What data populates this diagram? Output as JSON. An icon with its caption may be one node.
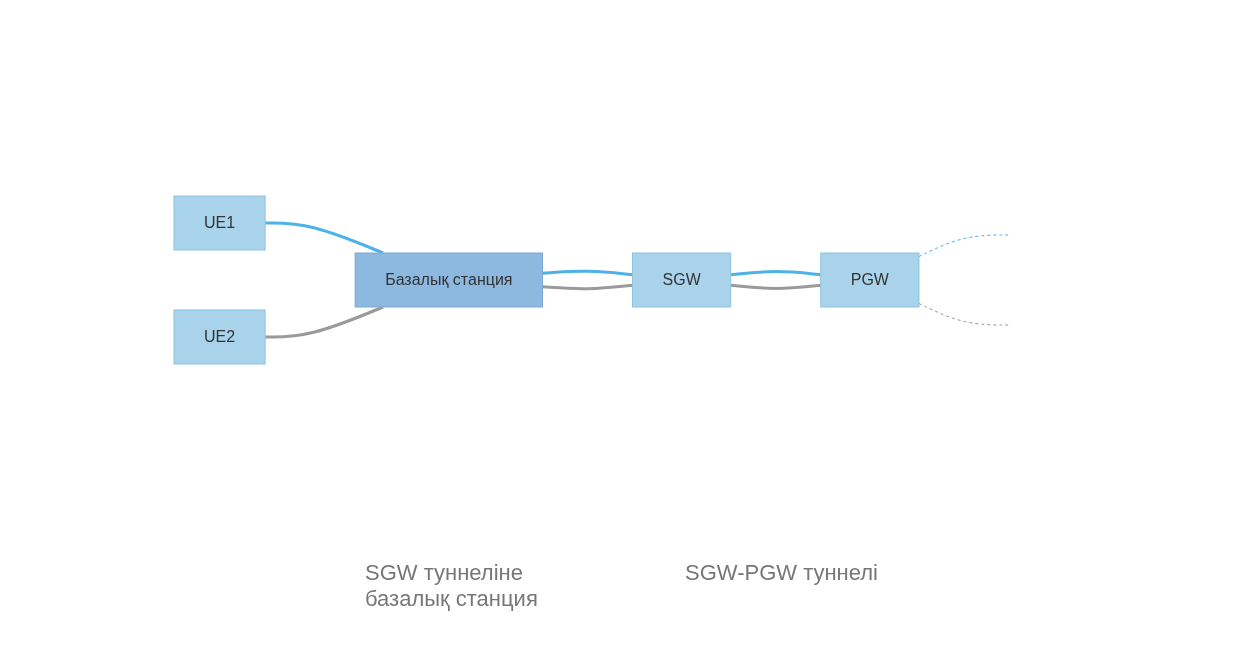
{
  "diagram": {
    "nodes": [
      {
        "text": [
          "UE1"
        ]
      },
      {
        "text": [
          "UE2"
        ]
      },
      {
        "text": [
          "Базалық станция"
        ]
      },
      {
        "text": [
          "SGW"
        ]
      },
      {
        "text": [
          "PGW"
        ]
      }
    ],
    "edges": [
      {
        "from": 0,
        "to": 2,
        "arrow": "none",
        "color": "#4db3e6"
      },
      {
        "from": 1,
        "to": 2,
        "arrow": "none",
        "color": "#9a9a9a"
      },
      {
        "from": 2,
        "to": 3,
        "arrow": "none",
        "color": "#4db3e6"
      },
      {
        "from": 2,
        "to": 3,
        "arrow": "none",
        "color": "#9a9a9a"
      },
      {
        "from": 3,
        "to": 4,
        "arrow": "none",
        "color": "#4db3e6"
      },
      {
        "from": 3,
        "to": 4,
        "arrow": "none",
        "color": "#9a9a9a"
      },
      {
        "from": 4,
        "to": null,
        "arrow": "none",
        "style": "dashed",
        "color": "#4db3e6"
      },
      {
        "from": 4,
        "to": null,
        "arrow": "none",
        "style": "dashed",
        "color": "#9a9a9a"
      }
    ],
    "labels": [
      "SGW туннеліне базалық станция",
      "SGW-PGW туннелі"
    ]
  }
}
